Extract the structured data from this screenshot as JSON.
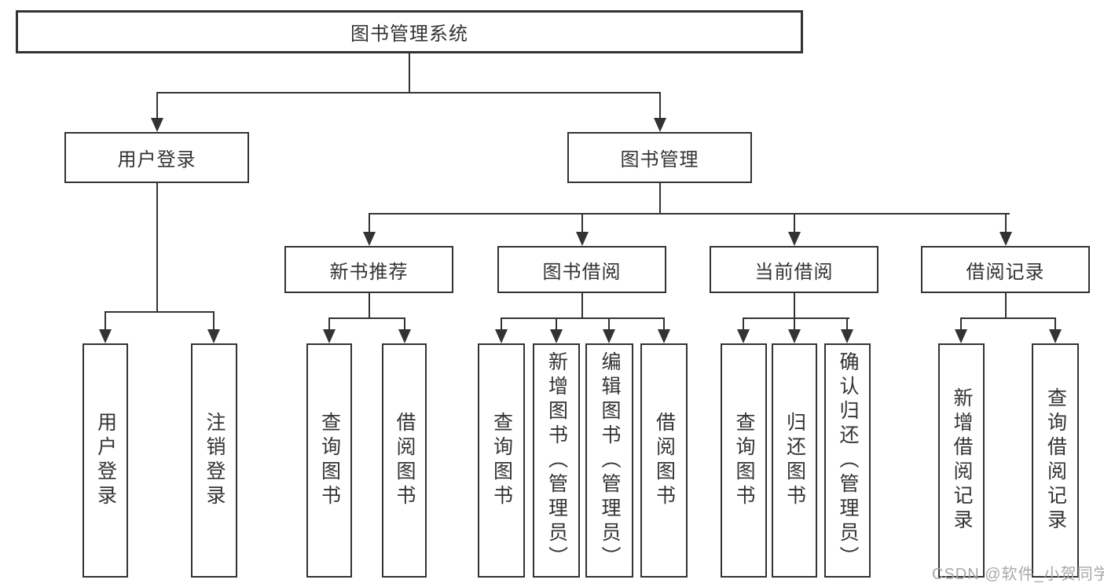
{
  "root": {
    "label": "图书管理系统"
  },
  "user_login": {
    "label": "用户登录",
    "children": [
      "用户登录",
      "注销登录"
    ]
  },
  "book_management": {
    "label": "图书管理",
    "sections": [
      {
        "label": "新书推荐",
        "children": [
          "查询图书",
          "借阅图书"
        ]
      },
      {
        "label": "图书借阅",
        "children": [
          "查询图书",
          "新增图书（管理员）",
          "编辑图书（管理员）",
          "借阅图书"
        ]
      },
      {
        "label": "当前借阅",
        "children": [
          "查询图书",
          "归还图书",
          "确认归还（管理员）"
        ]
      },
      {
        "label": "借阅记录",
        "children": [
          "新增借阅记录",
          "查询借阅记录"
        ]
      }
    ]
  },
  "watermark": "CSDN @软件_小贺同学",
  "colors": {
    "line": "#333333",
    "text": "#333333",
    "watermark": "#a8a8a8",
    "background": "#ffffff"
  }
}
